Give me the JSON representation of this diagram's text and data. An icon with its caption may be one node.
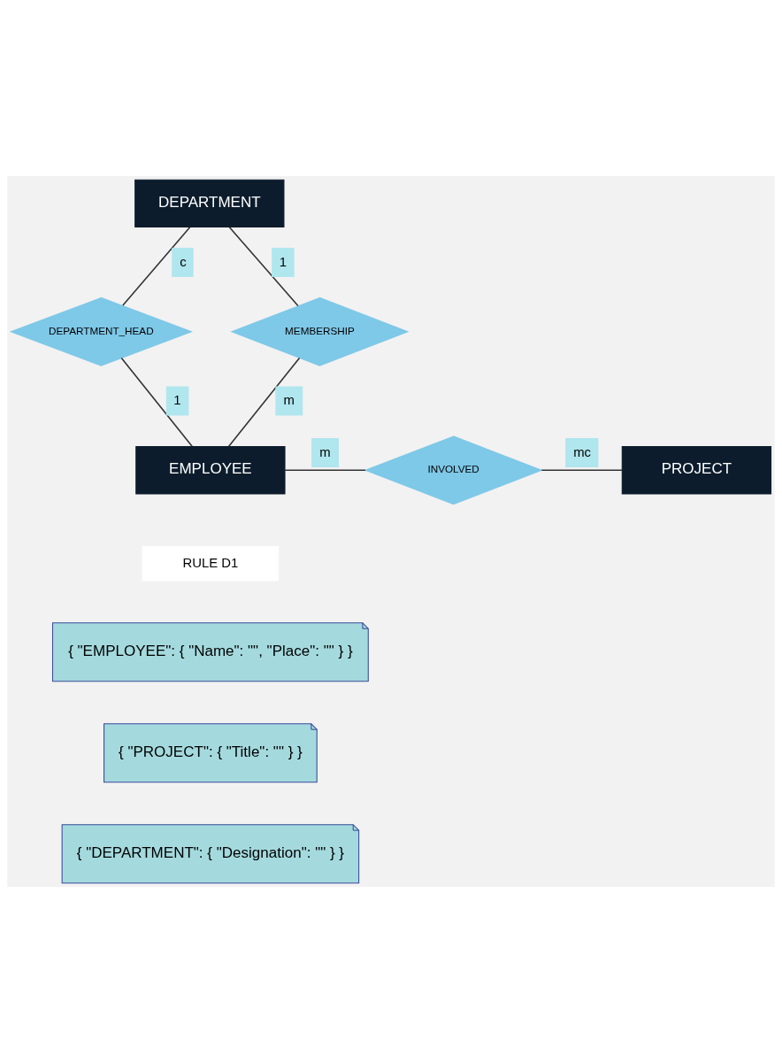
{
  "diagram": {
    "nodes": [
      {
        "text": [
          "DEPARTMENT"
        ]
      },
      {
        "text": [
          "DEPARTMENT_HEAD"
        ]
      },
      {
        "text": [
          "MEMBERSHIP"
        ]
      },
      {
        "text": [
          "EMPLOYEE"
        ]
      },
      {
        "text": [
          "INVOLVED"
        ]
      },
      {
        "text": [
          "PROJECT"
        ]
      },
      {
        "text": [
          "RULE D1"
        ]
      },
      {
        "text": [
          "{ \"EMPLOYEE\": { \"Name\": \"\", \"Place\": \"\" } }"
        ]
      },
      {
        "text": [
          "{ \"PROJECT\": { \"Title\": \"\" } }"
        ]
      },
      {
        "text": [
          "{ \"DEPARTMENT\": { \"Designation\": \"\" } }"
        ]
      }
    ],
    "edges": [
      {
        "from": 0,
        "to": 1,
        "arrow": "none",
        "label": "c"
      },
      {
        "from": 0,
        "to": 2,
        "arrow": "none",
        "label": "1"
      },
      {
        "from": 1,
        "to": 3,
        "arrow": "none",
        "label": "1"
      },
      {
        "from": 2,
        "to": 3,
        "arrow": "none",
        "label": "m"
      },
      {
        "from": 3,
        "to": 4,
        "arrow": "none",
        "label": "m"
      },
      {
        "from": 4,
        "to": 5,
        "arrow": "none",
        "label": "mc"
      }
    ]
  }
}
